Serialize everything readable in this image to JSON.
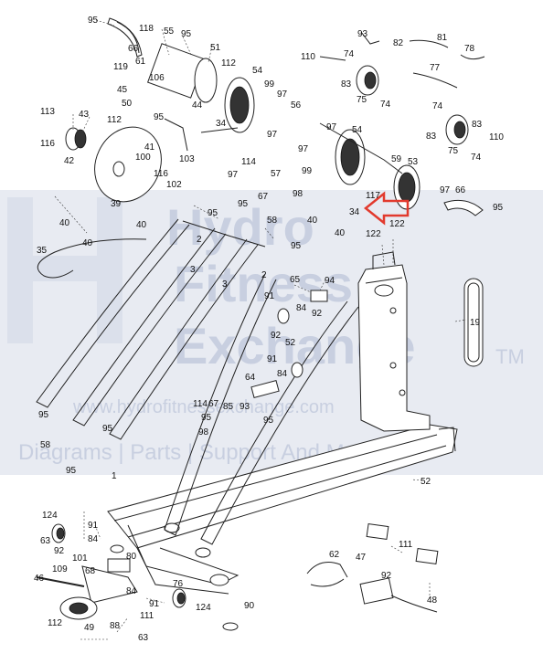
{
  "watermark": {
    "title_line1": "Hydro",
    "title_line2": "Fitness",
    "title_line3": "Exchange",
    "trademark": "TM",
    "url": "www.hydrofitnessexchange.com",
    "tagline": "Diagrams | Parts | Support And More"
  },
  "colors": {
    "watermark_band": "#e8ebf2",
    "watermark_text": "#c8cfe0",
    "arrow_stroke": "#e23a2e",
    "line": "#222222"
  },
  "labels": [
    {
      "id": "l95a",
      "text": "95"
    },
    {
      "id": "l118",
      "text": "118"
    },
    {
      "id": "l66a",
      "text": "66"
    },
    {
      "id": "l61",
      "text": "61"
    },
    {
      "id": "l55",
      "text": "55"
    },
    {
      "id": "l95b",
      "text": "95"
    },
    {
      "id": "l51",
      "text": "51"
    },
    {
      "id": "l119",
      "text": "119"
    },
    {
      "id": "l106",
      "text": "106"
    },
    {
      "id": "l112a",
      "text": "112"
    },
    {
      "id": "l54a",
      "text": "54"
    },
    {
      "id": "l45",
      "text": "45"
    },
    {
      "id": "l50",
      "text": "50"
    },
    {
      "id": "l99a",
      "text": "99"
    },
    {
      "id": "l97a",
      "text": "97"
    },
    {
      "id": "l44",
      "text": "44"
    },
    {
      "id": "l95c",
      "text": "95"
    },
    {
      "id": "l113",
      "text": "113"
    },
    {
      "id": "l43",
      "text": "43"
    },
    {
      "id": "l112b",
      "text": "112"
    },
    {
      "id": "l34a",
      "text": "34"
    },
    {
      "id": "l97b",
      "text": "97"
    },
    {
      "id": "l116a",
      "text": "116"
    },
    {
      "id": "l41",
      "text": "41"
    },
    {
      "id": "l103",
      "text": "103"
    },
    {
      "id": "l42",
      "text": "42"
    },
    {
      "id": "l100",
      "text": "100"
    },
    {
      "id": "l116b",
      "text": "116"
    },
    {
      "id": "l102",
      "text": "102"
    },
    {
      "id": "l39",
      "text": "39"
    },
    {
      "id": "l93a",
      "text": "93"
    },
    {
      "id": "l82",
      "text": "82"
    },
    {
      "id": "l81",
      "text": "81"
    },
    {
      "id": "l78",
      "text": "78"
    },
    {
      "id": "l110a",
      "text": "110"
    },
    {
      "id": "l74a",
      "text": "74"
    },
    {
      "id": "l83a",
      "text": "83"
    },
    {
      "id": "l77",
      "text": "77"
    },
    {
      "id": "l75a",
      "text": "75"
    },
    {
      "id": "l74b",
      "text": "74"
    },
    {
      "id": "l56",
      "text": "56"
    },
    {
      "id": "l74c",
      "text": "74"
    },
    {
      "id": "l54b",
      "text": "54"
    },
    {
      "id": "l83b",
      "text": "83"
    },
    {
      "id": "l97c",
      "text": "97"
    },
    {
      "id": "l83c",
      "text": "83"
    },
    {
      "id": "l75b",
      "text": "75"
    },
    {
      "id": "l74d",
      "text": "74"
    },
    {
      "id": "l110b",
      "text": "110"
    },
    {
      "id": "l97d",
      "text": "97"
    },
    {
      "id": "l99b",
      "text": "99"
    },
    {
      "id": "l59",
      "text": "59"
    },
    {
      "id": "l53",
      "text": "53"
    },
    {
      "id": "l114a",
      "text": "114"
    },
    {
      "id": "l97e",
      "text": "97"
    },
    {
      "id": "l57",
      "text": "57"
    },
    {
      "id": "l67a",
      "text": "67"
    },
    {
      "id": "l98a",
      "text": "98"
    },
    {
      "id": "l117",
      "text": "117"
    },
    {
      "id": "l97f",
      "text": "97"
    },
    {
      "id": "l66b",
      "text": "66"
    },
    {
      "id": "l95d",
      "text": "95"
    },
    {
      "id": "l34b",
      "text": "34"
    },
    {
      "id": "l122a",
      "text": "122"
    },
    {
      "id": "l122b",
      "text": "122"
    },
    {
      "id": "l40a",
      "text": "40"
    },
    {
      "id": "l40b",
      "text": "40"
    },
    {
      "id": "l40c",
      "text": "40"
    },
    {
      "id": "l40d",
      "text": "40"
    },
    {
      "id": "l40e",
      "text": "40"
    },
    {
      "id": "l35",
      "text": "35"
    },
    {
      "id": "l95e",
      "text": "95"
    },
    {
      "id": "l95f",
      "text": "95"
    },
    {
      "id": "l58a",
      "text": "58"
    },
    {
      "id": "l95g",
      "text": "95"
    },
    {
      "id": "l2a",
      "text": "2"
    },
    {
      "id": "l3a",
      "text": "3"
    },
    {
      "id": "l3b",
      "text": "3"
    },
    {
      "id": "l2b",
      "text": "2"
    },
    {
      "id": "l65",
      "text": "65"
    },
    {
      "id": "l94",
      "text": "94"
    },
    {
      "id": "l19",
      "text": "19"
    },
    {
      "id": "l91a",
      "text": "91"
    },
    {
      "id": "l84a",
      "text": "84"
    },
    {
      "id": "l92a",
      "text": "92"
    },
    {
      "id": "l92b",
      "text": "92"
    },
    {
      "id": "l52a",
      "text": "52"
    },
    {
      "id": "l91b",
      "text": "91"
    },
    {
      "id": "l84b",
      "text": "84"
    },
    {
      "id": "l64",
      "text": "64"
    },
    {
      "id": "l114b",
      "text": "114"
    },
    {
      "id": "l67b",
      "text": "67"
    },
    {
      "id": "l85",
      "text": "85"
    },
    {
      "id": "l93b",
      "text": "93"
    },
    {
      "id": "l95h",
      "text": "95"
    },
    {
      "id": "l98b",
      "text": "98"
    },
    {
      "id": "l95i",
      "text": "95"
    },
    {
      "id": "l95j",
      "text": "95"
    },
    {
      "id": "l95k",
      "text": "95"
    },
    {
      "id": "l58b",
      "text": "58"
    },
    {
      "id": "l95l",
      "text": "95"
    },
    {
      "id": "l1",
      "text": "1"
    },
    {
      "id": "l52b",
      "text": "52"
    },
    {
      "id": "l124a",
      "text": "124"
    },
    {
      "id": "l91c",
      "text": "91"
    },
    {
      "id": "l63a",
      "text": "63"
    },
    {
      "id": "l84c",
      "text": "84"
    },
    {
      "id": "l92c",
      "text": "92"
    },
    {
      "id": "l101",
      "text": "101"
    },
    {
      "id": "l80",
      "text": "80"
    },
    {
      "id": "l62",
      "text": "62"
    },
    {
      "id": "l111a",
      "text": "111"
    },
    {
      "id": "l47",
      "text": "47"
    },
    {
      "id": "l46",
      "text": "46"
    },
    {
      "id": "l109",
      "text": "109"
    },
    {
      "id": "l68",
      "text": "68"
    },
    {
      "id": "l84d",
      "text": "84"
    },
    {
      "id": "l76",
      "text": "76"
    },
    {
      "id": "l92d",
      "text": "92"
    },
    {
      "id": "l91d",
      "text": "91"
    },
    {
      "id": "l124b",
      "text": "124"
    },
    {
      "id": "l90",
      "text": "90"
    },
    {
      "id": "l111b",
      "text": "111"
    },
    {
      "id": "l48",
      "text": "48"
    },
    {
      "id": "l112c",
      "text": "112"
    },
    {
      "id": "l49",
      "text": "49"
    },
    {
      "id": "l88",
      "text": "88"
    },
    {
      "id": "l63b",
      "text": "63"
    }
  ]
}
